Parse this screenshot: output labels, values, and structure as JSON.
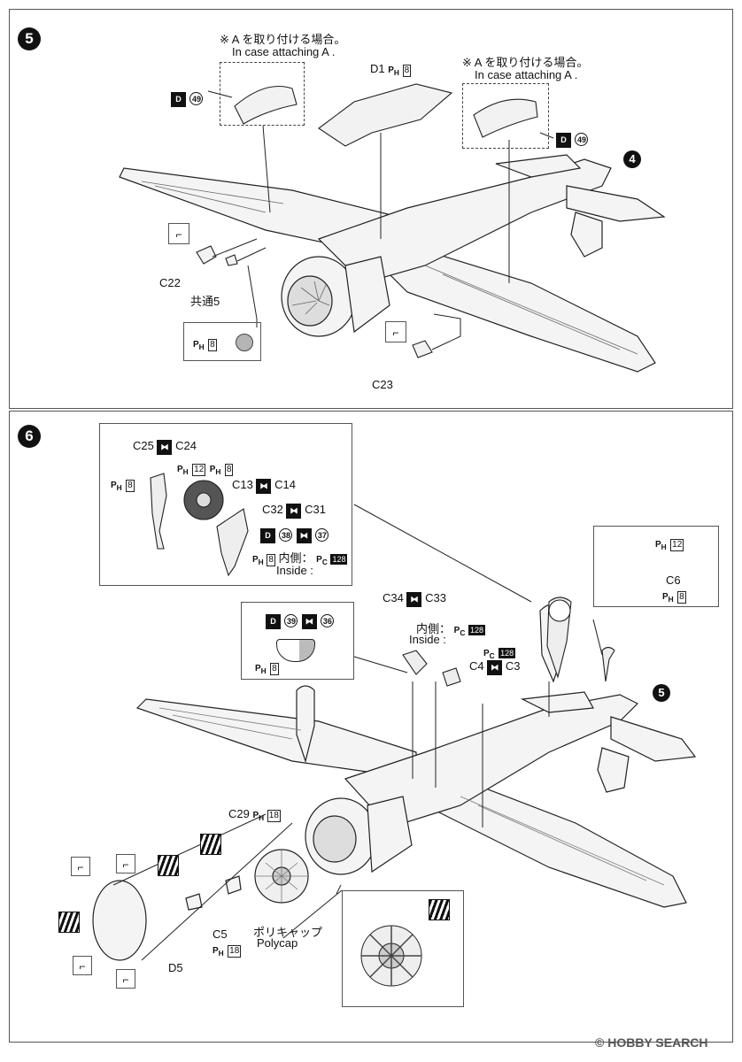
{
  "step5": {
    "number": "5",
    "note_left_jp": "※ A を取り付ける場合。",
    "note_left_en": "In case attaching A .",
    "note_right_jp": "※ A を取り付ける場合。",
    "note_right_en": "In case attaching A .",
    "part_d1": "D1",
    "d1_code": "8",
    "part_49_left": "49",
    "part_49_right": "49",
    "ref_step": "4",
    "c22": "C22",
    "common5": "共通5",
    "c23": "C23",
    "color_code": "8"
  },
  "step6": {
    "number": "6",
    "ref_step": "5",
    "inset_top": {
      "c25": "C25",
      "c24": "C24",
      "code12": "12",
      "code8a": "8",
      "code8b": "8",
      "code8c": "8",
      "c13": "C13",
      "c14": "C14",
      "c32": "C32",
      "c31": "C31",
      "n38": "38",
      "n37": "37",
      "inside_jp": "内側：",
      "inside_en": "Inside :",
      "inside_code": "128"
    },
    "inset_mid": {
      "n39": "39",
      "n36": "36",
      "code8": "8"
    },
    "inset_right": {
      "code12": "12",
      "c6": "C6",
      "code8": "8"
    },
    "c34": "C34",
    "c33": "C33",
    "inside_jp": "内側：",
    "inside_en": "Inside :",
    "inside_code": "128",
    "c4_code": "128",
    "c4": "C4",
    "c3": "C3",
    "c29": "C29",
    "c29_code": "18",
    "c5": "C5",
    "c5_code": "18",
    "polycap_jp": "ポリキャップ",
    "polycap_en": "Polycap",
    "d5": "D5"
  },
  "watermark": "HOBBY SEARCH",
  "copyright": "©"
}
